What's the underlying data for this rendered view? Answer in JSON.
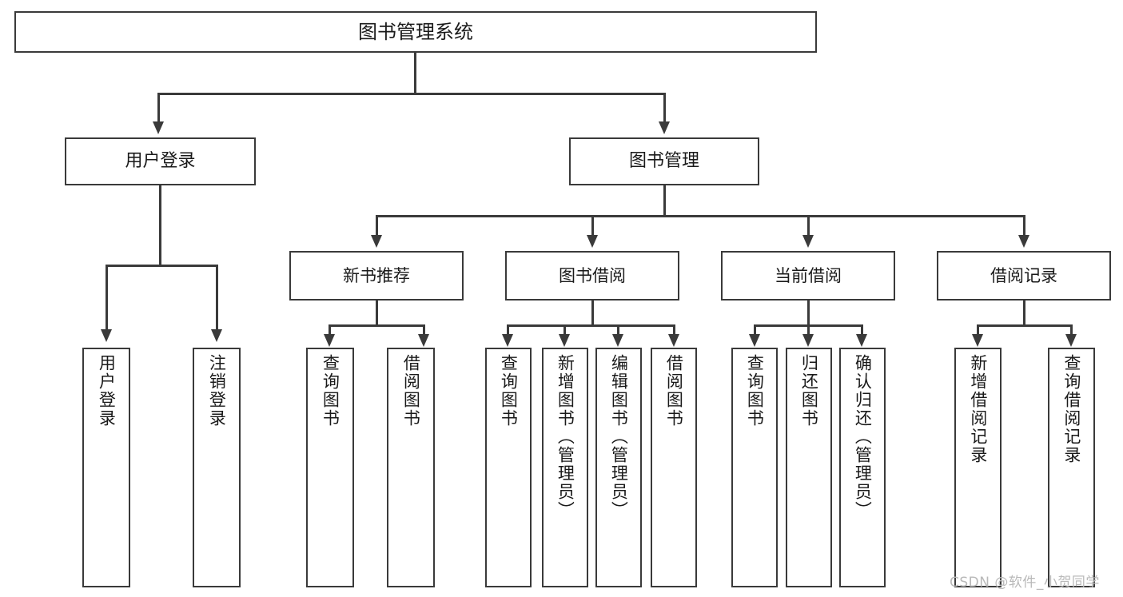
{
  "diagram": {
    "title": "图书管理系统",
    "type": "tree-hierarchy-chart",
    "root": {
      "label": "图书管理系统"
    },
    "level2": [
      {
        "label": "用户登录"
      },
      {
        "label": "图书管理"
      }
    ],
    "level3": [
      {
        "label": "新书推荐"
      },
      {
        "label": "图书借阅"
      },
      {
        "label": "当前借阅"
      },
      {
        "label": "借阅记录"
      }
    ],
    "leaves": {
      "user_login": [
        {
          "label": "用户登录"
        },
        {
          "label": "注销登录"
        }
      ],
      "new_book_recommend": [
        {
          "label": "查询图书"
        },
        {
          "label": "借阅图书"
        }
      ],
      "book_borrow": [
        {
          "label": "查询图书"
        },
        {
          "label": "新增图书（管理员）"
        },
        {
          "label": "编辑图书（管理员）"
        },
        {
          "label": "借阅图书"
        }
      ],
      "current_borrow": [
        {
          "label": "查询图书"
        },
        {
          "label": "归还图书"
        },
        {
          "label": "确认归还（管理员）"
        }
      ],
      "borrow_record": [
        {
          "label": "新增借阅记录"
        },
        {
          "label": "查询借阅记录"
        }
      ]
    }
  },
  "watermark": {
    "text": "CSDN @软件_小贺同学"
  },
  "colors": {
    "stroke": "#3a3a3a",
    "text": "#1a1a1a",
    "background": "#ffffff",
    "watermark": "#b9b9b9"
  }
}
